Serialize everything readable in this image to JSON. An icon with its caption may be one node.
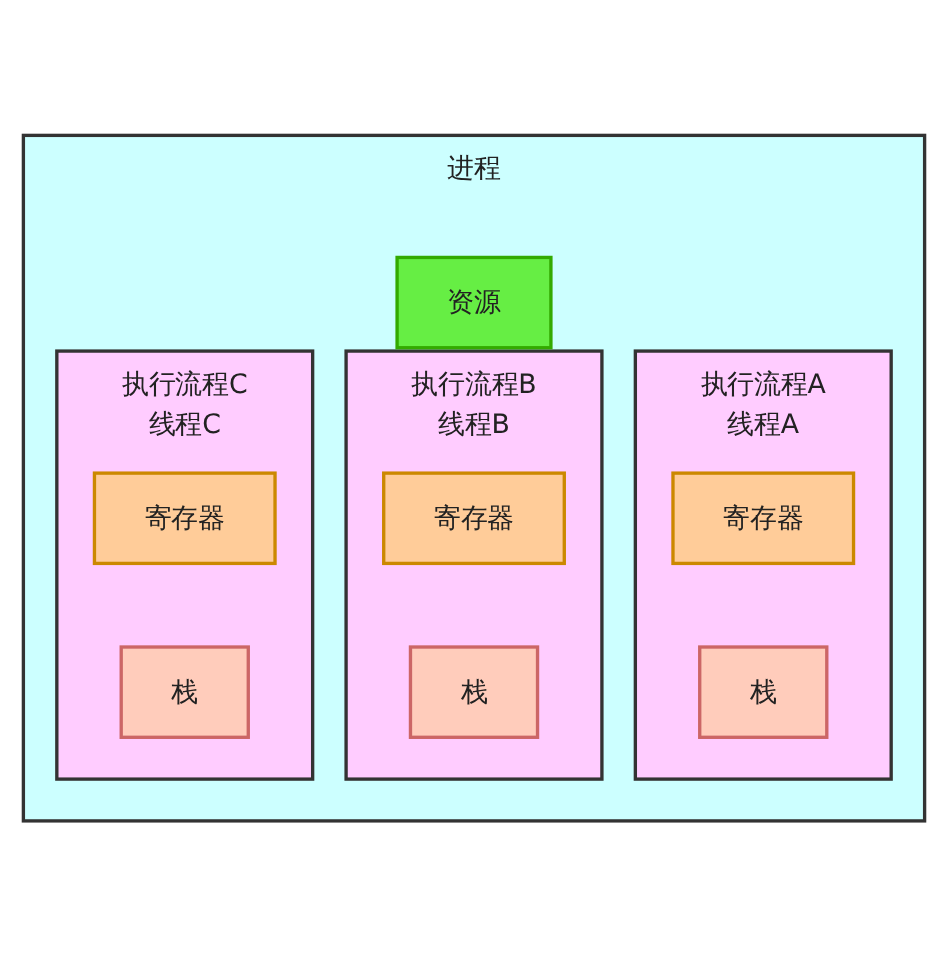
{
  "diagram": {
    "nodes": [
      {
        "text": [
          "进程"
        ]
      },
      {
        "text": [
          "资源"
        ],
        "in": 0
      },
      {
        "text": [
          "执行流程A",
          "线程A"
        ],
        "in": 0
      },
      {
        "text": [
          "寄存器"
        ],
        "in": 2
      },
      {
        "text": [
          "栈"
        ],
        "in": 2
      },
      {
        "text": [
          "执行流程B",
          "线程B"
        ],
        "in": 0
      },
      {
        "text": [
          "寄存器"
        ],
        "in": 5
      },
      {
        "text": [
          "栈"
        ],
        "in": 5
      },
      {
        "text": [
          "执行流程C",
          "线程C"
        ],
        "in": 0
      },
      {
        "text": [
          "寄存器"
        ],
        "in": 8
      },
      {
        "text": [
          "栈"
        ],
        "in": 8
      }
    ],
    "edges": []
  }
}
